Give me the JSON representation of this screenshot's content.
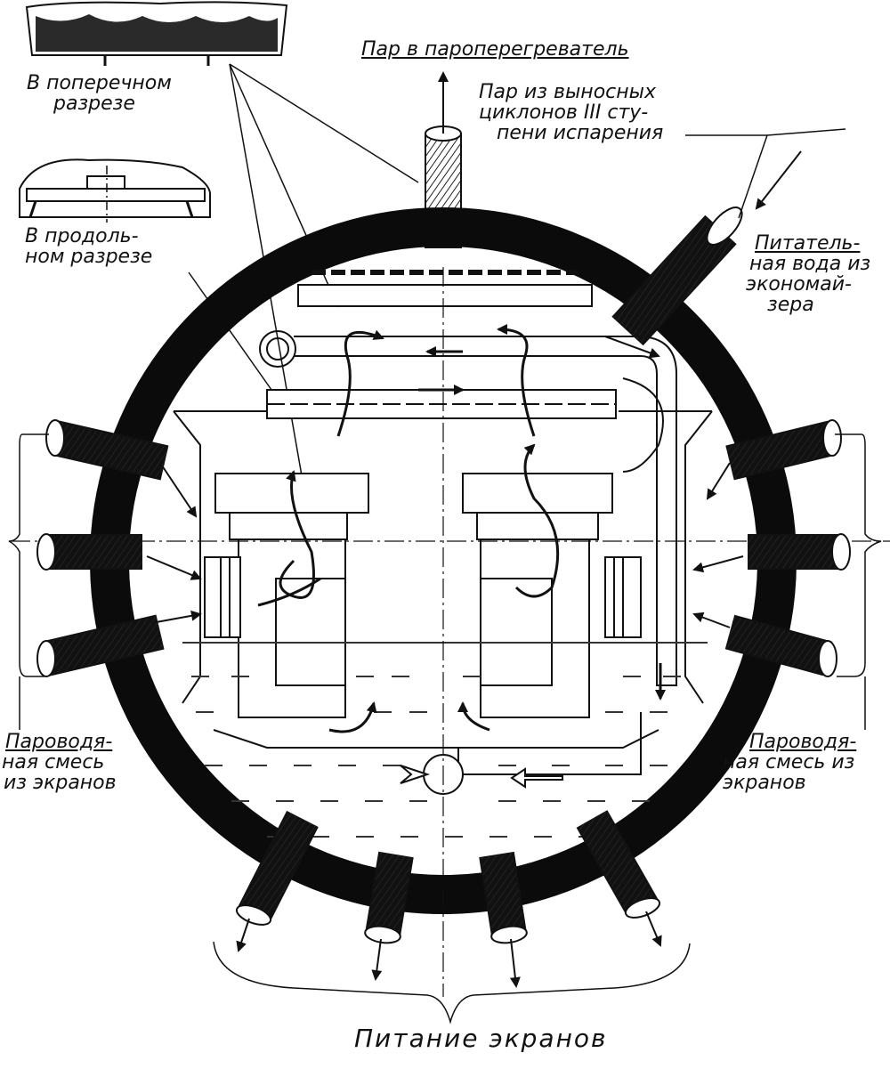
{
  "labels": {
    "cross_section": [
      "В поперечном",
      "разрезе"
    ],
    "long_section": [
      "В продоль-",
      "ном разрезе"
    ],
    "steam_to_superheater": "Пар в пароперегреватель",
    "steam_from_cyclones": [
      "Пар из выносных",
      "циклонов III сту-",
      "пени испарения"
    ],
    "feed_water": [
      "Питатель-",
      "ная вода из",
      "экономай-",
      "зера"
    ],
    "mixture_left": [
      "Пароводя-",
      "ная смесь",
      "из экранов"
    ],
    "mixture_right": [
      "Пароводя-",
      "ная смесь из",
      "экранов"
    ],
    "screen_feed": "Питание экранов"
  },
  "colors": {
    "ink": "#111111",
    "shell": "#0b0b0b",
    "water_dash": "#333333",
    "paper": "#ffffff"
  }
}
